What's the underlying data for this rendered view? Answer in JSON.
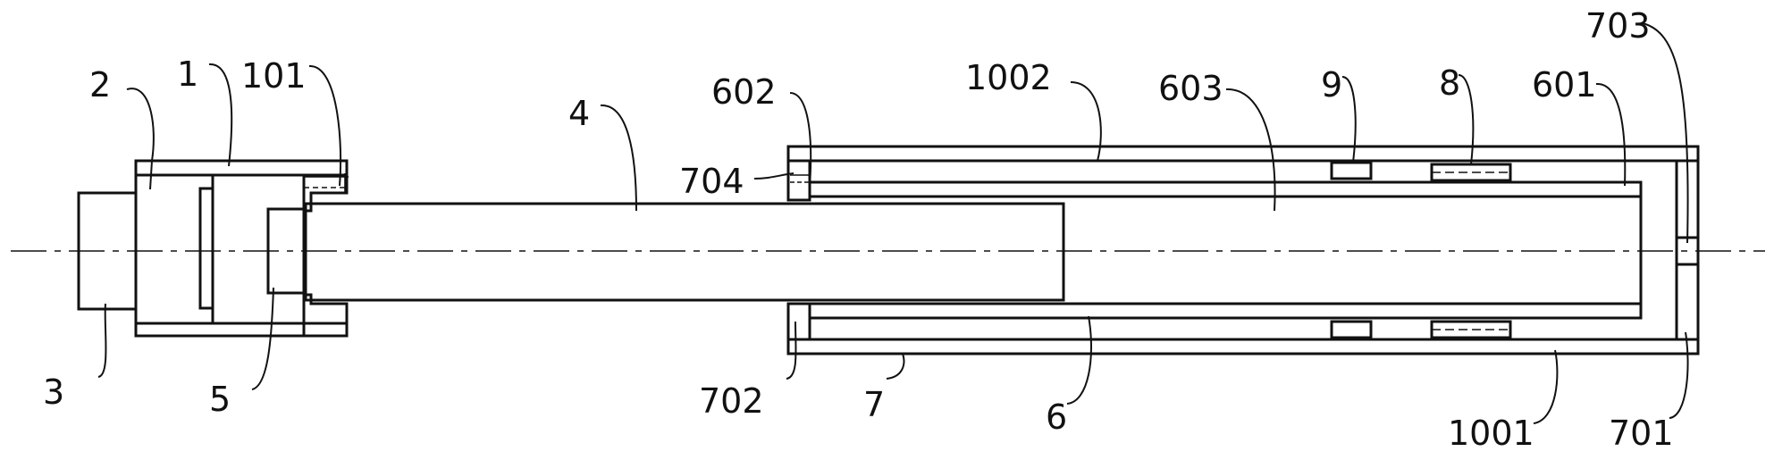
{
  "labels": {
    "l1": "1",
    "l2": "2",
    "l3": "3",
    "l4": "4",
    "l5": "5",
    "l6": "6",
    "l7": "7",
    "l8": "8",
    "l9": "9",
    "l101": "101",
    "l601": "601",
    "l602": "602",
    "l603": "603",
    "l701": "701",
    "l702": "702",
    "l703": "703",
    "l704": "704",
    "l1001": "1001",
    "l1002": "1002"
  }
}
